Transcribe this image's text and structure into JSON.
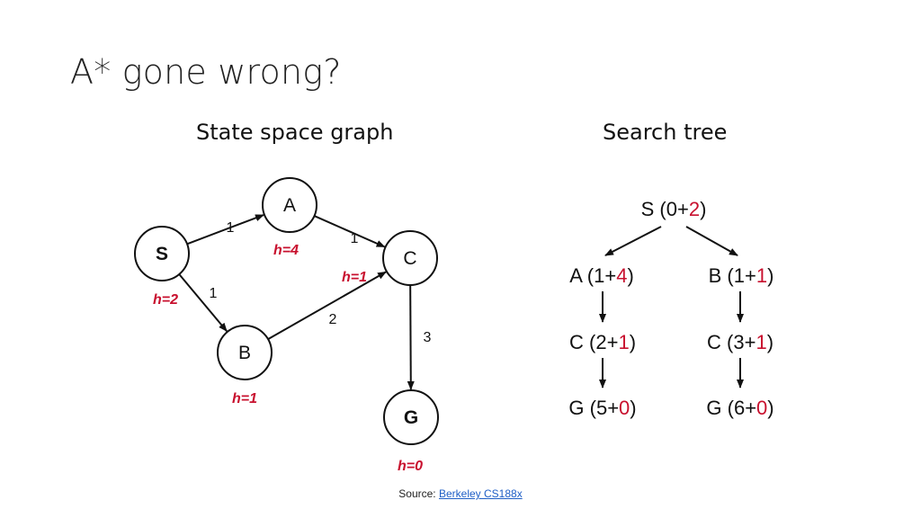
{
  "slide": {
    "title": "A* gone wrong?"
  },
  "headings": {
    "graph": "State space graph",
    "tree": "Search tree"
  },
  "colors": {
    "heuristic": "#c8102e",
    "text": "#111111",
    "link": "#1f5fc6"
  },
  "graph": {
    "nodes": [
      {
        "id": "S",
        "label": "S",
        "h": "h=2",
        "bold": true
      },
      {
        "id": "A",
        "label": "A",
        "h": "h=4",
        "bold": false
      },
      {
        "id": "B",
        "label": "B",
        "h": "h=1",
        "bold": false
      },
      {
        "id": "C",
        "label": "C",
        "h": "h=1",
        "bold": false
      },
      {
        "id": "G",
        "label": "G",
        "h": "h=0",
        "bold": true
      }
    ],
    "edges": [
      {
        "from": "S",
        "to": "A",
        "cost": "1"
      },
      {
        "from": "S",
        "to": "B",
        "cost": "1"
      },
      {
        "from": "A",
        "to": "C",
        "cost": "1"
      },
      {
        "from": "B",
        "to": "C",
        "cost": "2"
      },
      {
        "from": "C",
        "to": "G",
        "cost": "3"
      }
    ]
  },
  "tree": {
    "nodes": [
      {
        "id": "root",
        "state": "S",
        "g": "0",
        "h": "2"
      },
      {
        "id": "a1",
        "state": "A",
        "g": "1",
        "h": "4"
      },
      {
        "id": "b1",
        "state": "B",
        "g": "1",
        "h": "1"
      },
      {
        "id": "ca",
        "state": "C",
        "g": "2",
        "h": "1"
      },
      {
        "id": "cb",
        "state": "C",
        "g": "3",
        "h": "1"
      },
      {
        "id": "ga",
        "state": "G",
        "g": "5",
        "h": "0"
      },
      {
        "id": "gb",
        "state": "G",
        "g": "6",
        "h": "0"
      }
    ],
    "edges": [
      {
        "from": "root",
        "to": "a1"
      },
      {
        "from": "root",
        "to": "b1"
      },
      {
        "from": "a1",
        "to": "ca"
      },
      {
        "from": "b1",
        "to": "cb"
      },
      {
        "from": "ca",
        "to": "ga"
      },
      {
        "from": "cb",
        "to": "gb"
      }
    ]
  },
  "footer": {
    "prefix": "Source: ",
    "link_text": "Berkeley CS188x"
  }
}
